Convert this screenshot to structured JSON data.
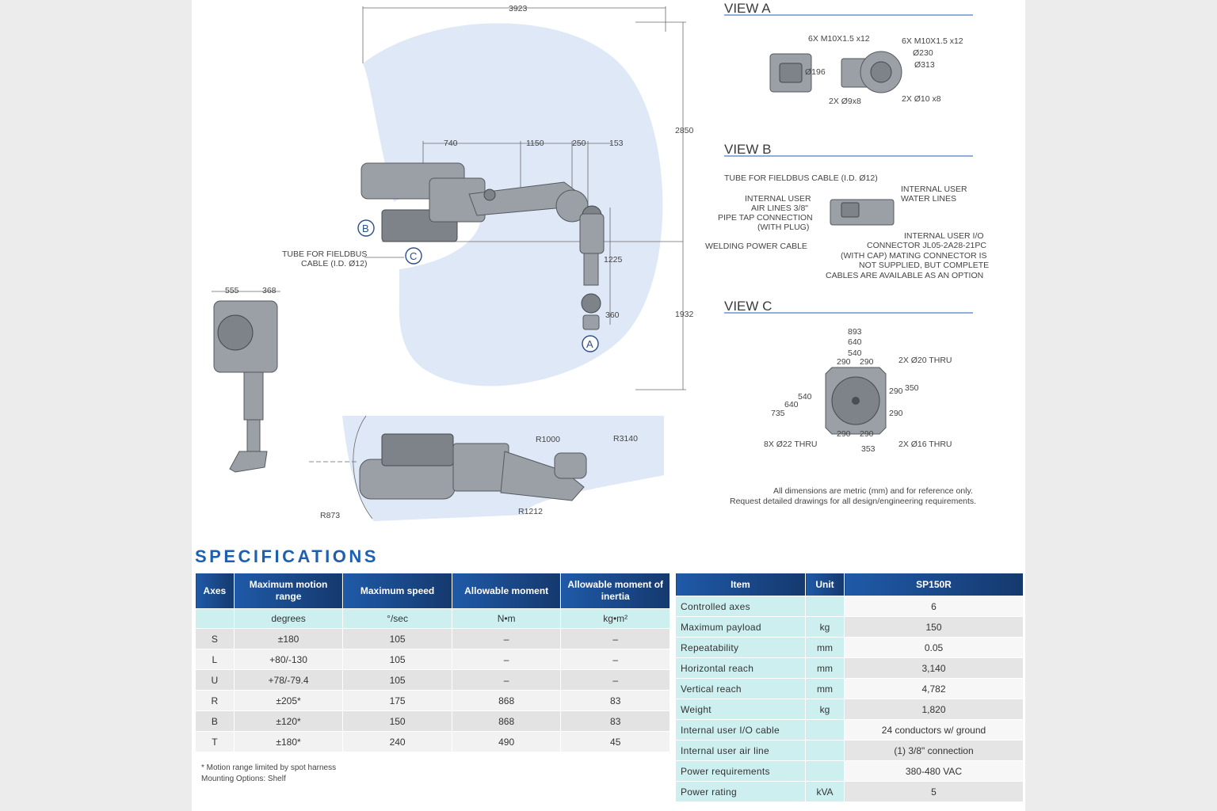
{
  "drawing": {
    "dimensions": {
      "overall_width": "3923",
      "height_top": "2850",
      "height_bottom": "1932",
      "d740": "740",
      "d1150": "1150",
      "d250": "250",
      "d153": "153",
      "d1225": "1225",
      "d360": "360",
      "d555": "555",
      "d368": "368",
      "r1000": "R1000",
      "r3140": "R3140",
      "r873": "R873",
      "r1212": "R1212"
    },
    "callouts": {
      "a": "A",
      "b": "B",
      "c": "C"
    },
    "tube_label_1": "TUBE FOR FIELDBUS",
    "tube_label_2": "CABLE (I.D. Ø12)"
  },
  "view_a": {
    "title": "VIEW A",
    "left_top": "6X M10X1.5 x12",
    "right_top": "6X M10X1.5 x12",
    "d230": "Ø230",
    "d313": "Ø313",
    "d196": "Ø196",
    "left_bottom": "2X Ø9x8",
    "right_bottom": "2X Ø10 x8"
  },
  "view_b": {
    "title": "VIEW B",
    "tube": "TUBE FOR FIELDBUS CABLE (I.D. Ø12)",
    "air_1": "INTERNAL USER",
    "air_2": "AIR LINES 3/8\"",
    "air_3": "PIPE TAP CONNECTION",
    "air_4": "(WITH PLUG)",
    "water_1": "INTERNAL USER",
    "water_2": "WATER LINES",
    "welding": "WELDING POWER CABLE",
    "io_1": "INTERNAL USER I/O",
    "io_2": "CONNECTOR JL05-2A28-21PC",
    "io_3": "(WITH CAP) MATING CONNECTOR IS",
    "io_4": "NOT SUPPLIED, BUT COMPLETE",
    "io_5": "CABLES ARE AVAILABLE AS AN OPTION"
  },
  "view_c": {
    "title": "VIEW C",
    "d893": "893",
    "d640": "640",
    "d540": "540",
    "d290": "290",
    "hole20": "2X  Ø20 THRU",
    "d350": "350",
    "d735": "735",
    "hole22": "8X   Ø22 THRU",
    "hole16": "2X  Ø16 THRU",
    "d353": "353"
  },
  "note_1": "All dimensions are metric (mm) and for reference only.",
  "note_2": "Request detailed drawings for all design/engineering requirements.",
  "specs": {
    "title": "SPECIFICATIONS",
    "axes_headers": [
      "Axes",
      "Maximum motion range",
      "Maximum speed",
      "Allowable moment",
      "Allowable moment of inertia"
    ],
    "axes_units": [
      "",
      "degrees",
      "°/sec",
      "N•m",
      "kg•m²"
    ],
    "axes_rows": [
      [
        "S",
        "±180",
        "105",
        "–",
        "–"
      ],
      [
        "L",
        "+80/-130",
        "105",
        "–",
        "–"
      ],
      [
        "U",
        "+78/-79.4",
        "105",
        "–",
        "–"
      ],
      [
        "R",
        "±205*",
        "175",
        "868",
        "83"
      ],
      [
        "B",
        "±120*",
        "150",
        "868",
        "83"
      ],
      [
        "T",
        "±180*",
        "240",
        "490",
        "45"
      ]
    ],
    "items_headers": [
      "Item",
      "Unit",
      "SP150R"
    ],
    "items_rows": [
      [
        "Controlled axes",
        "",
        "6"
      ],
      [
        "Maximum payload",
        "kg",
        "150"
      ],
      [
        "Repeatability",
        "mm",
        "0.05"
      ],
      [
        "Horizontal reach",
        "mm",
        "3,140"
      ],
      [
        "Vertical reach",
        "mm",
        "4,782"
      ],
      [
        "Weight",
        "kg",
        "1,820"
      ],
      [
        "Internal user I/O cable",
        "",
        "24 conductors w/ ground"
      ],
      [
        "Internal user air line",
        "",
        "(1) 3/8\" connection"
      ],
      [
        "Power requirements",
        "",
        "380-480 VAC"
      ],
      [
        "Power rating",
        "kVA",
        "5"
      ]
    ],
    "footnote": "* Motion range limited by spot harness",
    "mounting": "Mounting Options: Shelf"
  },
  "colors": {
    "accent": "#1d5fb0",
    "header_dark": "#15396e",
    "teal_light": "#cdeff0",
    "envelope": "#dfe8f7"
  }
}
